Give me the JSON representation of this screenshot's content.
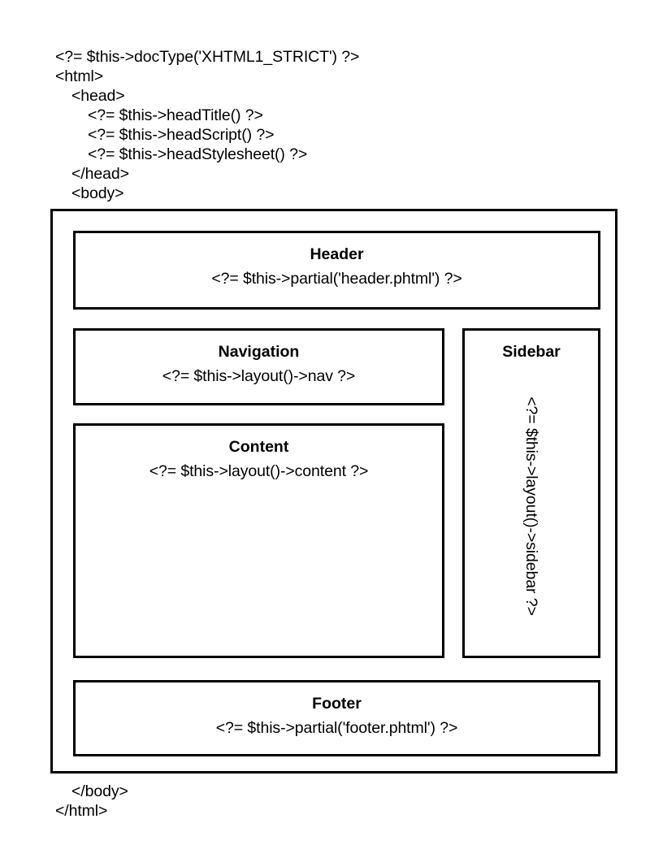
{
  "top_code": {
    "lines": [
      {
        "text": "<?= $this->docType('XHTML1_STRICT') ?>",
        "indent": 0
      },
      {
        "text": "<html>",
        "indent": 0
      },
      {
        "text": "<head>",
        "indent": 1
      },
      {
        "text": "<?= $this->headTitle() ?>",
        "indent": 2
      },
      {
        "text": "<?= $this->headScript() ?>",
        "indent": 2
      },
      {
        "text": "<?= $this->headStylesheet() ?>",
        "indent": 2
      },
      {
        "text": "</head>",
        "indent": 1
      },
      {
        "text": "<body>",
        "indent": 1
      }
    ]
  },
  "bottom_code": {
    "lines": [
      {
        "text": "</body>",
        "indent": 1
      },
      {
        "text": "</html>",
        "indent": 0
      }
    ]
  },
  "regions": {
    "header": {
      "title": "Header",
      "code": "<?= $this->partial('header.phtml') ?>"
    },
    "navigation": {
      "title": "Navigation",
      "code": "<?= $this->layout()->nav ?>"
    },
    "content": {
      "title": "Content",
      "code": "<?= $this->layout()->content ?>"
    },
    "sidebar": {
      "title": "Sidebar",
      "code": "<?= $this->layout()->sidebar ?>"
    },
    "footer": {
      "title": "Footer",
      "code": "<?= $this->partial('footer.phtml') ?>"
    }
  },
  "colors": {
    "stroke": "#000000",
    "background": "#ffffff",
    "text": "#000000"
  }
}
